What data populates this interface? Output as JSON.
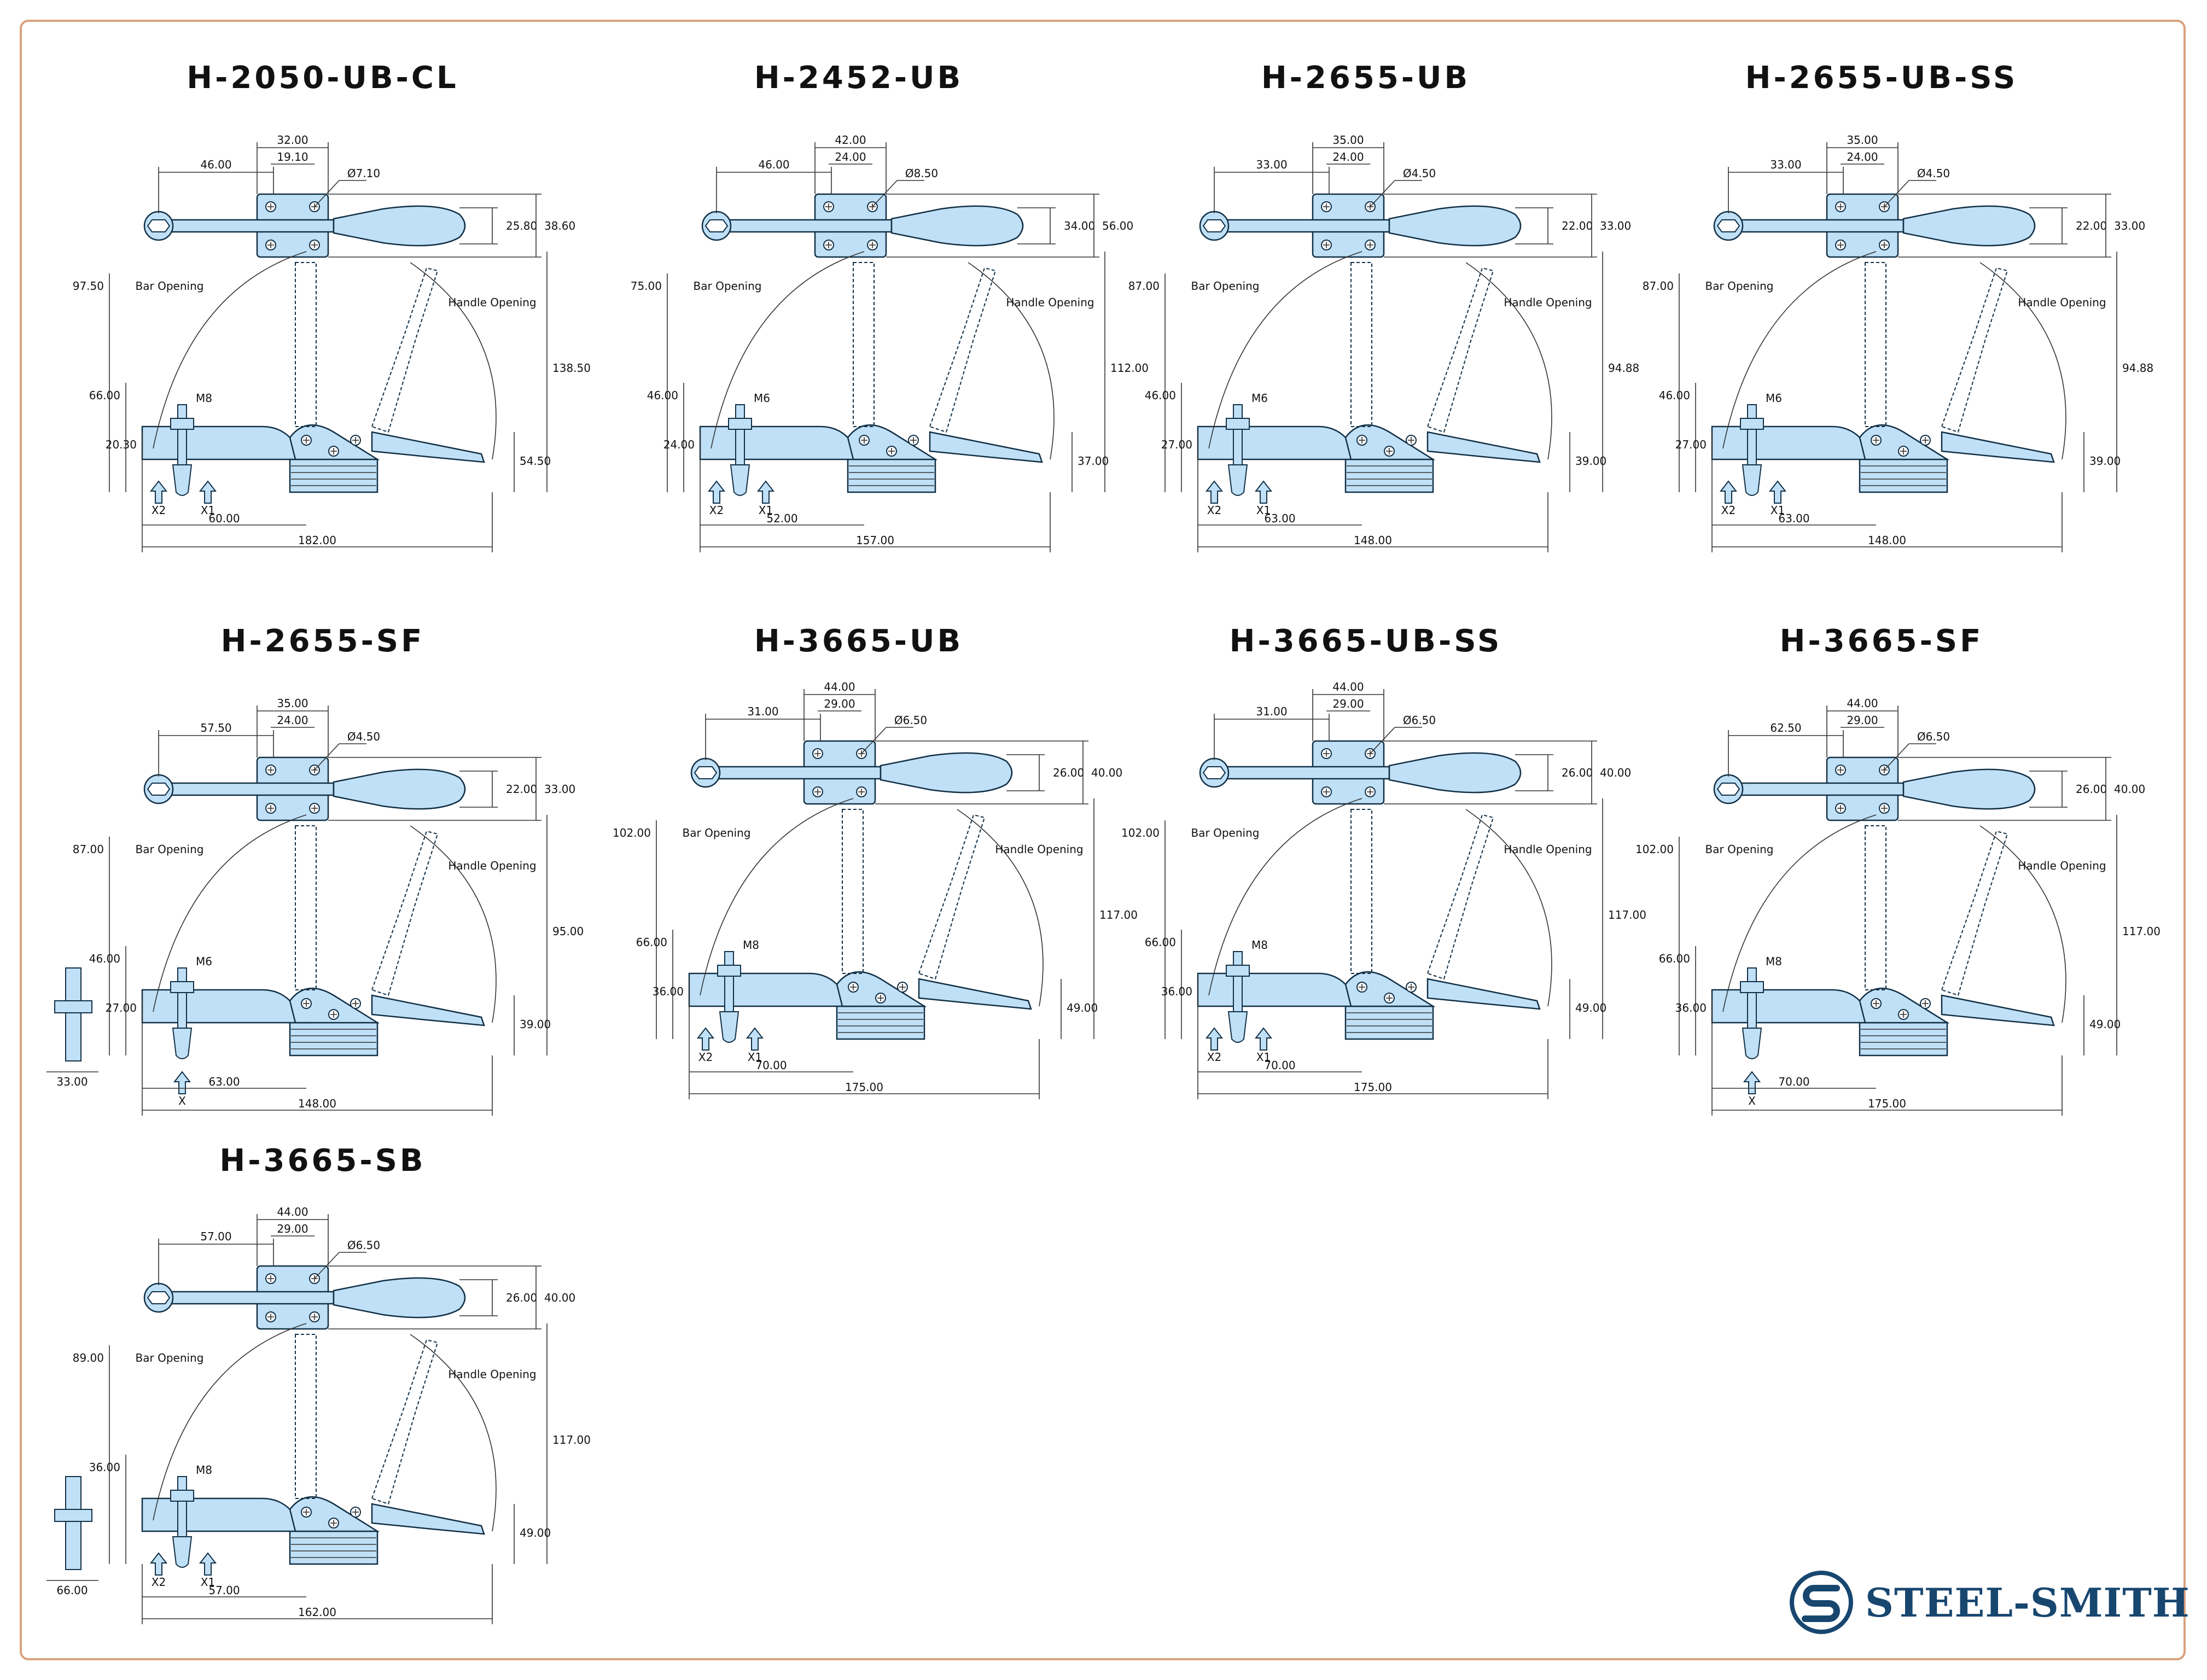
{
  "brand": {
    "name": "STEEL-SMITH"
  },
  "colors": {
    "part_fill": "#bfe0f7",
    "part_stroke": "#123046",
    "dim_line": "#333333",
    "frame": "#d9a27e",
    "brand": "#17466f"
  },
  "models": [
    {
      "title": "H-2050-UB-CL",
      "top_view": {
        "dims": [
          "46.00",
          "32.00",
          "19.10",
          "Ø7.10",
          "25.80",
          "38.60"
        ]
      },
      "side_view": {
        "spindle": "M8",
        "labels": [
          "Bar Opening",
          "Handle Opening",
          "X2",
          "X1"
        ],
        "dims": [
          "97.50",
          "66.00",
          "20.30",
          "138.50",
          "54.50",
          "60.00",
          "182.00"
        ]
      }
    },
    {
      "title": "H-2452-UB",
      "top_view": {
        "dims": [
          "46.00",
          "42.00",
          "24.00",
          "Ø8.50",
          "34.00",
          "56.00"
        ]
      },
      "side_view": {
        "spindle": "M6",
        "labels": [
          "Bar Opening",
          "Handle Opening",
          "X2",
          "X1"
        ],
        "dims": [
          "75.00",
          "46.00",
          "24.00",
          "112.00",
          "37.00",
          "52.00",
          "157.00"
        ]
      }
    },
    {
      "title": "H-2655-UB",
      "top_view": {
        "dims": [
          "33.00",
          "35.00",
          "24.00",
          "Ø4.50",
          "22.00",
          "33.00"
        ]
      },
      "side_view": {
        "spindle": "M6",
        "labels": [
          "Bar Opening",
          "Handle Opening",
          "X2",
          "X1"
        ],
        "dims": [
          "87.00",
          "46.00",
          "27.00",
          "94.88",
          "39.00",
          "63.00",
          "148.00"
        ]
      }
    },
    {
      "title": "H-2655-UB-SS",
      "top_view": {
        "dims": [
          "33.00",
          "35.00",
          "24.00",
          "Ø4.50",
          "22.00",
          "33.00"
        ]
      },
      "side_view": {
        "spindle": "M6",
        "labels": [
          "Bar Opening",
          "Handle Opening",
          "X2",
          "X1"
        ],
        "dims": [
          "87.00",
          "46.00",
          "27.00",
          "94.88",
          "39.00",
          "63.00",
          "148.00"
        ]
      }
    },
    {
      "title": "H-2655-SF",
      "top_view": {
        "dims": [
          "57.50",
          "35.00",
          "24.00",
          "Ø4.50",
          "22.00",
          "33.00"
        ]
      },
      "side_view": {
        "spindle": "M6",
        "labels": [
          "Bar Opening",
          "Handle Opening",
          "X"
        ],
        "dims": [
          "87.00",
          "46.00",
          "27.00",
          "95.00",
          "39.00",
          "63.00",
          "148.00"
        ]
      },
      "end_view": {
        "dims": [
          "33.00"
        ]
      }
    },
    {
      "title": "H-3665-UB",
      "top_view": {
        "dims": [
          "31.00",
          "44.00",
          "29.00",
          "Ø6.50",
          "26.00",
          "40.00"
        ]
      },
      "side_view": {
        "spindle": "M8",
        "labels": [
          "Bar Opening",
          "Handle Opening",
          "X2",
          "X1"
        ],
        "dims": [
          "102.00",
          "66.00",
          "36.00",
          "117.00",
          "49.00",
          "70.00",
          "175.00"
        ]
      }
    },
    {
      "title": "H-3665-UB-SS",
      "top_view": {
        "dims": [
          "31.00",
          "44.00",
          "29.00",
          "Ø6.50",
          "26.00",
          "40.00"
        ]
      },
      "side_view": {
        "spindle": "M8",
        "labels": [
          "Bar Opening",
          "Handle Opening",
          "X2",
          "X1"
        ],
        "dims": [
          "102.00",
          "66.00",
          "36.00",
          "117.00",
          "49.00",
          "70.00",
          "175.00"
        ]
      }
    },
    {
      "title": "H-3665-SF",
      "top_view": {
        "dims": [
          "62.50",
          "44.00",
          "29.00",
          "Ø6.50",
          "26.00",
          "40.00"
        ]
      },
      "side_view": {
        "spindle": "M8",
        "labels": [
          "Bar Opening",
          "Handle Opening",
          "X"
        ],
        "dims": [
          "102.00",
          "66.00",
          "36.00",
          "117.00",
          "49.00",
          "70.00",
          "175.00"
        ]
      }
    },
    {
      "title": "H-3665-SB",
      "top_view": {
        "dims": [
          "57.00",
          "44.00",
          "29.00",
          "Ø6.50",
          "26.00",
          "40.00"
        ]
      },
      "side_view": {
        "spindle": "M8",
        "labels": [
          "Bar Opening",
          "Handle Opening",
          "X2",
          "X1"
        ],
        "dims": [
          "89.00",
          "36.00",
          "117.00",
          "49.00",
          "57.00",
          "162.00"
        ]
      },
      "end_view": {
        "dims": [
          "66.00"
        ]
      }
    }
  ]
}
